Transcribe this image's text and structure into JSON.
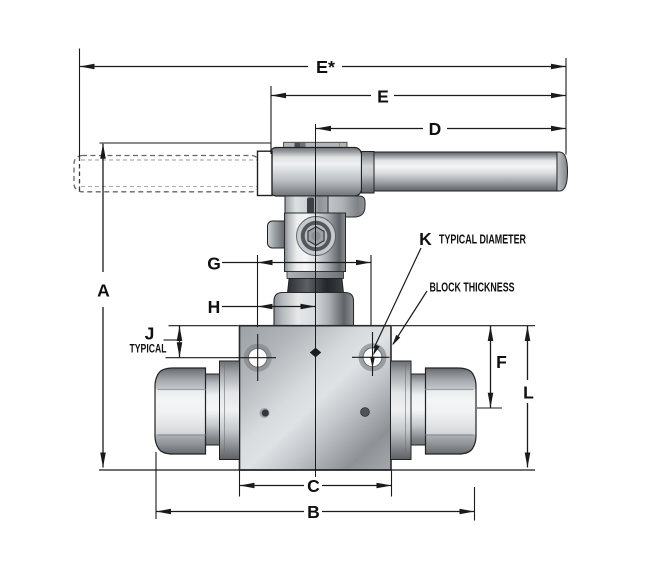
{
  "diagram": {
    "type": "technical-dimension-drawing",
    "subject": "two-way valve with handle, bonnet, body block and tube fittings",
    "background_color": "#ffffff",
    "line_color": "#1a1a1a",
    "metal_highlight": "#f4f5f6",
    "metal_shadow": "#5f6367"
  },
  "labels": {
    "a": "A",
    "b": "B",
    "c": "C",
    "d": "D",
    "e": "E",
    "e_star": "E*",
    "f": "F",
    "g": "G",
    "h": "H",
    "j": "J",
    "k": "K",
    "l": "L"
  },
  "annotations": {
    "j_typical": "TYPICAL",
    "k_typical_diameter": "TYPICAL DIAMETER",
    "block_thickness": "BLOCK THICKNESS"
  }
}
